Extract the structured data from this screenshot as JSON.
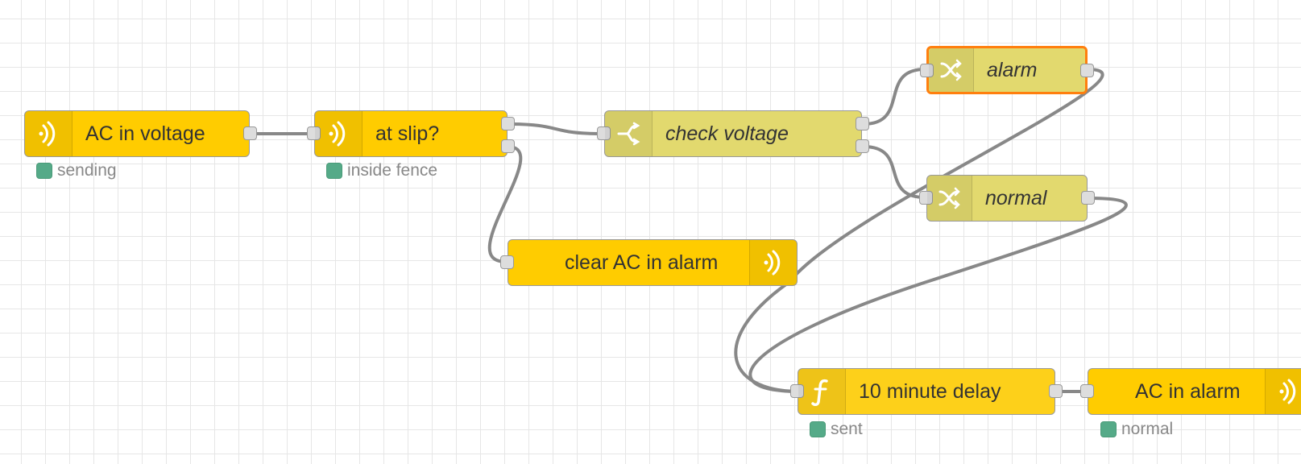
{
  "colors": {
    "mqtt_node": "#ffcc00",
    "switch_node": "#e2d96e",
    "function_node": "#fdd01a",
    "wire": "#888888",
    "selected_border": "#ff7f0e",
    "status_ok": "#55aa88"
  },
  "nodes": {
    "ac_in_voltage": {
      "label": "AC in voltage",
      "icon": "broadcast-icon",
      "status": "sending"
    },
    "at_slip": {
      "label": "at slip?",
      "icon": "broadcast-icon",
      "status": "inside fence"
    },
    "check_voltage": {
      "label": "check voltage",
      "icon": "switch-icon"
    },
    "alarm": {
      "label": "alarm",
      "icon": "shuffle-icon"
    },
    "normal": {
      "label": "normal",
      "icon": "shuffle-icon"
    },
    "clear_ac_in_alarm": {
      "label": "clear AC in alarm",
      "icon": "broadcast-icon"
    },
    "ten_minute_delay": {
      "label": "10 minute delay",
      "icon": "function-icon",
      "status": "sent"
    },
    "ac_in_alarm": {
      "label": "AC in alarm",
      "icon": "broadcast-icon",
      "status": "normal"
    }
  }
}
